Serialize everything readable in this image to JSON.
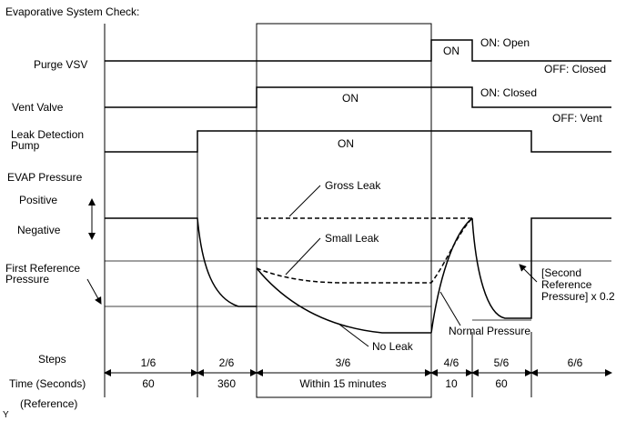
{
  "title": "Evaporative System Check:",
  "signals": {
    "purge_vsv": {
      "label": "Purge VSV",
      "on_label": "ON",
      "on_state": "ON: Open",
      "off_state": "OFF: Closed"
    },
    "vent_valve": {
      "label": "Vent Valve",
      "on_label": "ON",
      "on_state": "ON: Closed",
      "off_state": "OFF: Vent"
    },
    "pump": {
      "label_line1": "Leak Detection",
      "label_line2": "Pump",
      "on_label": "ON"
    }
  },
  "pressure": {
    "title": "EVAP Pressure",
    "positive": "Positive",
    "negative": "Negative",
    "first_ref_line1": "First Reference",
    "first_ref_line2": "Pressure",
    "gross_leak": "Gross Leak",
    "small_leak": "Small Leak",
    "no_leak": "No Leak",
    "normal_pressure": "Normal Pressure",
    "second_ref_line1": "[Second",
    "second_ref_line2": "Reference",
    "second_ref_line3": "Pressure] x 0.2"
  },
  "table": {
    "steps_label": "Steps",
    "time_label": "Time (Seconds)",
    "reference_label": "(Reference)",
    "steps": [
      "1/6",
      "2/6",
      "3/6",
      "4/6",
      "5/6",
      "6/6"
    ],
    "times": [
      "60",
      "360",
      "Within 15 minutes",
      "10",
      "60",
      ""
    ]
  },
  "footnote": "Y"
}
